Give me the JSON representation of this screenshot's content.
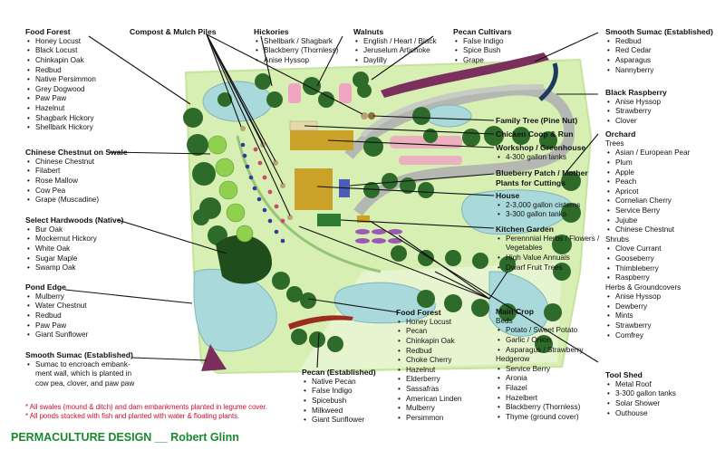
{
  "blocks": {
    "food_forest_left": {
      "title": "Food Forest",
      "items": [
        "Honey Locust",
        "Black Locust",
        "Chinkapin Oak",
        "Redbud",
        "Native Persimmon",
        "Grey Dogwood",
        "Paw Paw",
        "Hazelnut",
        "Shagbark Hickory",
        "Shellbark Hickory"
      ]
    },
    "chinese_chestnut": {
      "title": "Chinese Chestnut on Swale",
      "items": [
        "Chinese Chestnut",
        "Filabert",
        "Rose Mallow",
        "Cow Pea",
        "Grape (Muscadine)"
      ]
    },
    "select_hardwoods": {
      "title": "Select Hardwoods (Native)",
      "items": [
        "Bur Oak",
        "Mockernut Hickory",
        "White Oak",
        "Sugar Maple",
        "Swamp Oak"
      ]
    },
    "pond_edge": {
      "title": "Pond Edge",
      "items": [
        "Mulberry",
        "Water Chestnut",
        "Redbud",
        "Paw Paw",
        "Giant Sunflower"
      ]
    },
    "smooth_sumac_left": {
      "title": "Smooth Sumac (Established)",
      "items": [
        "Sumac to encroach embank- ment wall, which is planted in cow pea, clover, and paw paw"
      ]
    },
    "hickories": {
      "title": "Hickories",
      "items": [
        "Shellbark / Shagbark",
        "Blackberry (Thornless)",
        "Anise Hyssop"
      ]
    },
    "walnuts": {
      "title": "Walnuts",
      "items": [
        "English / Heart / Black",
        "Jeruselum Artichoke",
        "Daylilly"
      ]
    },
    "pecan_cultivars": {
      "title": "Pecan Cultivars",
      "items": [
        "False Indigo",
        "Spice Bush",
        "Grape"
      ]
    },
    "smooth_sumac_right": {
      "title": "Smooth Sumac (Established)",
      "items": [
        "Redbud",
        "Red Cedar",
        "Asparagus",
        "Nannyberry"
      ]
    },
    "black_raspberry": {
      "title": "Black Raspberry",
      "items": [
        "Anise Hyssop",
        "Strawberry",
        "Clover"
      ]
    },
    "orchard": {
      "title": "Orchard",
      "trees_label": "Trees",
      "trees": [
        "Asian / European Pear",
        "Plum",
        "Apple",
        "Peach",
        "Apricot",
        "Cornelian Cherry",
        "Service Berry",
        "Jujube",
        "Chinese Chestnut"
      ],
      "shrubs_label": "Shrubs",
      "shrubs": [
        "Clove Currant",
        "Gooseberry",
        "Thimbleberry",
        "Raspberry"
      ],
      "herbs_label": "Herbs & Groundcovers",
      "herbs": [
        "Anise Hyssop",
        "Dewberry",
        "Mints",
        "Strawberry",
        "Comfrey"
      ]
    },
    "tool_shed": {
      "title": "Tool Shed",
      "items": [
        "Metal Roof",
        "3-300 gallon tanks",
        "Solar Shower",
        "Outhouse"
      ]
    },
    "workshop": {
      "title": "Workshop / Greenhouse",
      "items": [
        "4-300 gallon tanks"
      ]
    },
    "house": {
      "title": "House",
      "items": [
        "2-3,000 gallon cisterns",
        "3-300 gallon tanks"
      ]
    },
    "kitchen_garden": {
      "title": "Kitchen Garden",
      "items": [
        "Perennnial Herbs / Flowers / Vegetables",
        "High Value Annuals",
        "Dwarf Fruit Trees"
      ]
    },
    "food_forest_bottom": {
      "title": "Food Forest",
      "items": [
        "Honey Locust",
        "Pecan",
        "Chinkapin Oak",
        "Redbud",
        "Choke Cherry",
        "Hazelnut",
        "Elderberry",
        "Sassafras",
        "American Linden",
        "Mulberry",
        "Persimmon"
      ]
    },
    "main_crop": {
      "title": "Main Crop",
      "beds_label": "Beds",
      "beds": [
        "Potato / Sweet Potato",
        "Garlic / Onion",
        "Asparagus / Strawberry"
      ],
      "hedgerow_label": "Hedgerow",
      "hedgerow": [
        "Service Berry",
        "Aronia",
        "Filazel",
        "Hazelbert",
        "Blackberry (Thornless)",
        "Thyme (ground cover)"
      ]
    },
    "pecan_established": {
      "title": "Pecan (Established)",
      "items": [
        "Native Pecan",
        "False Indigo",
        "Spicebush",
        "Milkweed",
        "Giant Sunflower"
      ]
    }
  },
  "labels": {
    "compost": "Compost & Mulch Piles",
    "family_tree": "Family Tree (Pine Nut)",
    "chicken": "Chicken Coop & Run",
    "blueberry": "Blueberry Patch / Mother Plants for Cuttings"
  },
  "notes": [
    "* All swales (mound & ditch) and dam embankments planted in legume cover.",
    "* All ponds stocked with fish and planted with water & floating plants."
  ],
  "title": "PERMACULTURE DESIGN __ Robert Glinn",
  "colors": {
    "title_green": "#1a8a2e",
    "note_red": "#c8102e",
    "land": "#d8efb4",
    "pond": "#a9d9da",
    "tree": "#2e6b2a",
    "sumac": "#7b2f5c",
    "building": "#c9a227"
  }
}
